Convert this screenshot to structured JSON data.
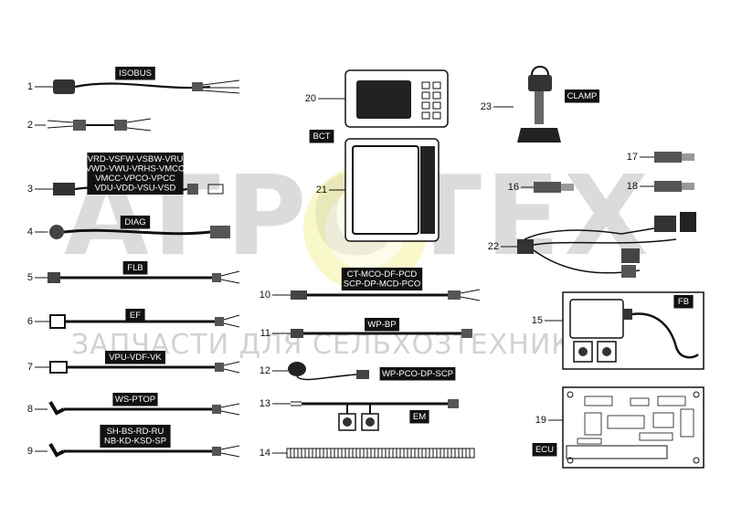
{
  "watermark": {
    "brand": "АГРОТЕХ",
    "subtitle": "ЗАПЧАСТИ ДЛЯ СЕЛЬХОЗТЕХНИКИ"
  },
  "parts": [
    {
      "num": "1",
      "tag": [
        "ISOBUS"
      ]
    },
    {
      "num": "2",
      "tag": []
    },
    {
      "num": "3",
      "tag": [
        "VRD-VSFW-VSBW-VRU",
        "VWD-VWU-VRHS-VMCO",
        "VMCC-VPCO-VPCC",
        "VDU-VDD-VSU-VSD"
      ]
    },
    {
      "num": "4",
      "tag": [
        "DIAG"
      ]
    },
    {
      "num": "5",
      "tag": [
        "FLB"
      ]
    },
    {
      "num": "6",
      "tag": [
        "EF"
      ]
    },
    {
      "num": "7",
      "tag": [
        "VPU-VDF-VK"
      ]
    },
    {
      "num": "8",
      "tag": [
        "WS-PTOP"
      ]
    },
    {
      "num": "9",
      "tag": [
        "SH-BS-RD-RU",
        "NB-KD-KSD-SP"
      ]
    },
    {
      "num": "10",
      "tag": [
        "CT-MCO-DF-PCD",
        "SCP-DP-MCD-PCO"
      ]
    },
    {
      "num": "11",
      "tag": [
        "WP-BP"
      ]
    },
    {
      "num": "12",
      "tag": [
        "WP-PCO-DP-SCP"
      ]
    },
    {
      "num": "13",
      "tag": [
        "EM"
      ]
    },
    {
      "num": "14",
      "tag": []
    },
    {
      "num": "15",
      "tag": [
        "FB"
      ]
    },
    {
      "num": "16",
      "tag": []
    },
    {
      "num": "17",
      "tag": []
    },
    {
      "num": "18",
      "tag": []
    },
    {
      "num": "19",
      "tag": [
        "ECU"
      ]
    },
    {
      "num": "20",
      "tag": [
        "BCT"
      ]
    },
    {
      "num": "21",
      "tag": []
    },
    {
      "num": "22",
      "tag": []
    },
    {
      "num": "23",
      "tag": [
        "CLAMP"
      ]
    }
  ]
}
